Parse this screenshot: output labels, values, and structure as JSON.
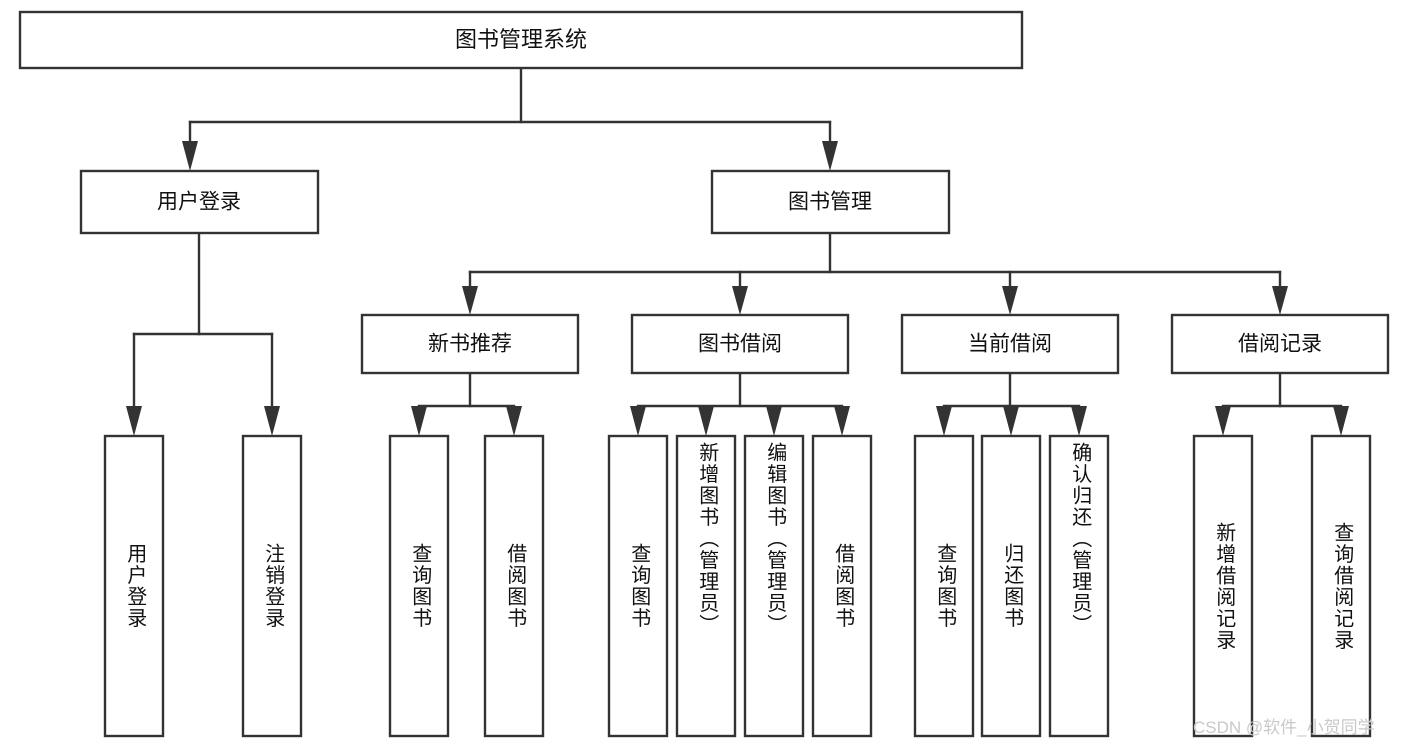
{
  "diagram": {
    "type": "tree-hierarchy",
    "title": "图书管理系统",
    "orientation": "top-down",
    "colors": {
      "box_stroke": "#333333",
      "box_fill": "#ffffff",
      "text": "#111111",
      "background": "#ffffff",
      "watermark": "#c9c9c9"
    },
    "levels": [
      {
        "level": 0,
        "nodes": [
          {
            "id": "root",
            "label": "图书管理系统",
            "orientation": "horizontal"
          }
        ]
      },
      {
        "level": 1,
        "nodes": [
          {
            "id": "user-login",
            "label": "用户登录",
            "parent": "root",
            "orientation": "horizontal"
          },
          {
            "id": "book-manage",
            "label": "图书管理",
            "parent": "root",
            "orientation": "horizontal"
          }
        ]
      },
      {
        "level": 2,
        "nodes": [
          {
            "id": "new-book-rec",
            "label": "新书推荐",
            "parent": "book-manage",
            "orientation": "horizontal"
          },
          {
            "id": "book-borrow",
            "label": "图书借阅",
            "parent": "book-manage",
            "orientation": "horizontal"
          },
          {
            "id": "current-borrow",
            "label": "当前借阅",
            "parent": "book-manage",
            "orientation": "horizontal"
          },
          {
            "id": "borrow-record",
            "label": "借阅记录",
            "parent": "book-manage",
            "orientation": "horizontal"
          }
        ]
      },
      {
        "level": 3,
        "nodes": [
          {
            "id": "leaf-1",
            "label": "用户登录",
            "parent": "user-login",
            "orientation": "vertical"
          },
          {
            "id": "leaf-2",
            "label": "注销登录",
            "parent": "user-login",
            "orientation": "vertical"
          },
          {
            "id": "leaf-3",
            "label": "查询图书",
            "parent": "new-book-rec",
            "orientation": "vertical"
          },
          {
            "id": "leaf-4",
            "label": "借阅图书",
            "parent": "new-book-rec",
            "orientation": "vertical"
          },
          {
            "id": "leaf-5",
            "label": "查询图书",
            "parent": "book-borrow",
            "orientation": "vertical"
          },
          {
            "id": "leaf-6",
            "label": "新增图书（管理员）",
            "parent": "book-borrow",
            "orientation": "vertical"
          },
          {
            "id": "leaf-7",
            "label": "编辑图书（管理员）",
            "parent": "book-borrow",
            "orientation": "vertical"
          },
          {
            "id": "leaf-8",
            "label": "借阅图书",
            "parent": "book-borrow",
            "orientation": "vertical"
          },
          {
            "id": "leaf-9",
            "label": "查询图书",
            "parent": "current-borrow",
            "orientation": "vertical"
          },
          {
            "id": "leaf-10",
            "label": "归还图书",
            "parent": "current-borrow",
            "orientation": "vertical"
          },
          {
            "id": "leaf-11",
            "label": "确认归还（管理员）",
            "parent": "current-borrow",
            "orientation": "vertical"
          },
          {
            "id": "leaf-12",
            "label": "新增借阅记录",
            "parent": "borrow-record",
            "orientation": "vertical"
          },
          {
            "id": "leaf-13",
            "label": "查询借阅记录",
            "parent": "borrow-record",
            "orientation": "vertical"
          }
        ]
      }
    ]
  },
  "watermark": {
    "text": "CSDN @软件_小贺同学"
  }
}
